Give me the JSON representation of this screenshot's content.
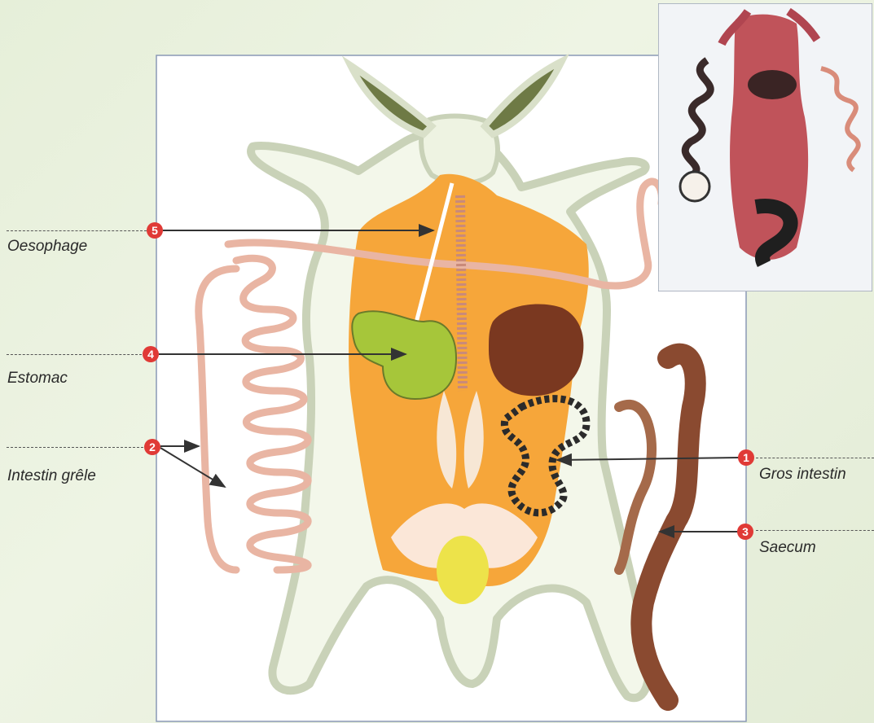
{
  "labels": {
    "oesophage": {
      "number": "5",
      "text": "Oesophage"
    },
    "estomac": {
      "number": "4",
      "text": "Estomac"
    },
    "intestin_grele": {
      "number": "2",
      "text": "Intestin grêle"
    },
    "gros_intestin": {
      "number": "1",
      "text": "Gros intestin"
    },
    "saecum": {
      "number": "3",
      "text": "Saecum"
    }
  },
  "colors": {
    "background": "#e6efd9",
    "panel": "#ffffff",
    "body_fill": "#f6a63a",
    "body_outline": "#c9d2b8",
    "stomach": "#a6c63a",
    "liver": "#7a3820",
    "small_intestine": "#e9b5a3",
    "large_intestine": "#8a4a30",
    "bladder": "#ede34a",
    "marker": "#e03a36",
    "arrow": "#333333"
  }
}
